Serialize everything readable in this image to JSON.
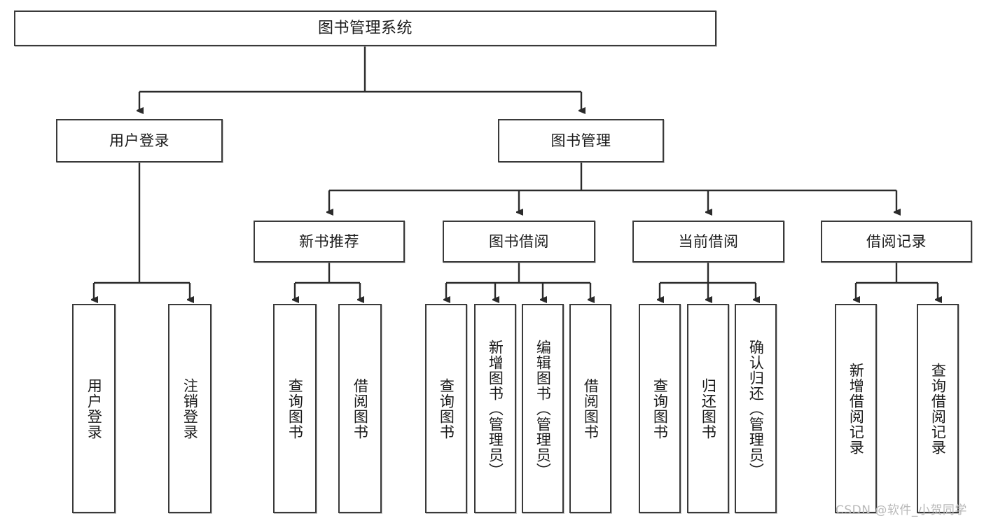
{
  "diagram": {
    "title": "图书管理系统",
    "type": "tree",
    "colors": {
      "box_border": "#3a3a3a",
      "box_fill": "#ffffff",
      "connector": "#2b2b2b",
      "text": "#1a1a1a",
      "watermark": "#b9b9b9"
    },
    "root": {
      "label": "图书管理系统"
    },
    "level2": [
      {
        "label": "用户登录"
      },
      {
        "label": "图书管理"
      }
    ],
    "level3": [
      {
        "label": "新书推荐"
      },
      {
        "label": "图书借阅"
      },
      {
        "label": "当前借阅"
      },
      {
        "label": "借阅记录"
      }
    ],
    "leaves": {
      "user_login": [
        {
          "label": "用户登录"
        },
        {
          "label": "注销登录"
        }
      ],
      "new_book_recommend": [
        {
          "label": "查询图书"
        },
        {
          "label": "借阅图书"
        }
      ],
      "book_borrow": [
        {
          "label": "查询图书"
        },
        {
          "label": "新增图书（管理员）"
        },
        {
          "label": "编辑图书（管理员）"
        },
        {
          "label": "借阅图书"
        }
      ],
      "current_borrow": [
        {
          "label": "查询图书"
        },
        {
          "label": "归还图书"
        },
        {
          "label": "确认归还（管理员）"
        }
      ],
      "borrow_record": [
        {
          "label": "新增借阅记录"
        },
        {
          "label": "查询借阅记录"
        }
      ]
    }
  },
  "watermark": {
    "text": "CSDN @软件_小贺同学"
  }
}
